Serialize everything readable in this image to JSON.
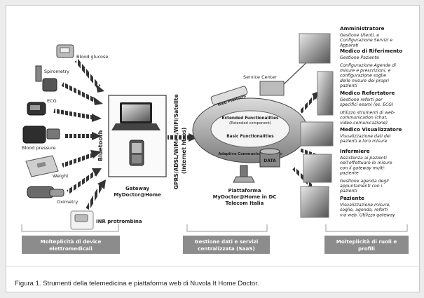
{
  "caption": "Figura 1. Strumenti della telemedicina e piattaforma web di Nuvola It Home Doctor.",
  "devices": {
    "blood_glucose": "Blood glucose",
    "spirometry": "Spirometry",
    "ecg": "ECG",
    "blood_pressure": "Blood pressure",
    "weight": "Weight",
    "oximetry": "Oximetry",
    "inr": "INR protrombina"
  },
  "gateway": {
    "bluetooth": "Bluetooth",
    "label_line1": "Gateway",
    "label_line2": "MyDoctor@Home"
  },
  "network": {
    "line1": "GPRS/ADSL/WiMax/WiFi/Satelite",
    "line2": "(Internet https)"
  },
  "platform": {
    "service_center": "Service Center",
    "web_platform": "Web Platform",
    "extended_functionalities": "Extended Functionalities",
    "extended_component": "(Extended component)",
    "basic_functionalities": "Basic Functionalities",
    "adaptive_layer": "Adaptive Communication Layer",
    "data": "DATA",
    "label_line1": "Piattaforma",
    "label_line2": "MyDoctor@Home in DC",
    "label_line3": "Telecom Italia"
  },
  "roles": [
    {
      "title": "Amministratore",
      "lines": [
        "Gestione Utenti, e",
        "Configurazione Servizi e",
        "Apparati"
      ]
    },
    {
      "title": "Medico di Riferimento",
      "lines": [
        "Gestione Paziente",
        "",
        "Configurazione Agende di",
        "misure e prescrizioni, e",
        "configurazione soglie",
        "delle misure dei propri",
        "pazienti"
      ]
    },
    {
      "title": "Medico Refertatore",
      "lines": [
        "Gestione referti per",
        "specifici esami (es. ECG)",
        "",
        "Utilizzo strumenti di web-",
        "communication (chat,",
        "video-comunicazione)"
      ]
    },
    {
      "title": "Medico Visualizzatore",
      "lines": [
        "Visualizzazione dati dei",
        "pazienti e loro misure"
      ]
    },
    {
      "title": "Infermiere",
      "lines": [
        "Assistenza ai pazienti",
        "nell'effettuare le misure",
        "con il gateway multi-",
        "paziente",
        "",
        "Gestione agenda degli",
        "appuntamenti con i",
        "pazienti"
      ]
    },
    {
      "title": "Paziente",
      "lines": [
        "Visualizzazione misure,",
        "soglie, agenda, referti",
        "via web. Utilizzo gateway"
      ]
    }
  ],
  "footers": {
    "left_line1": "Molteplicità di device",
    "left_line2": "elettromedicali",
    "center_line1": "Gestione dati e servizi",
    "center_line2": "centralizzata (SaaS)",
    "right_line1": "Molteplicità di ruoli e",
    "right_line2": "profili"
  },
  "colors": {
    "footer_bar": "#8c8c8c",
    "frame_bg": "#ececec",
    "arrow": "#3a3a3a"
  }
}
